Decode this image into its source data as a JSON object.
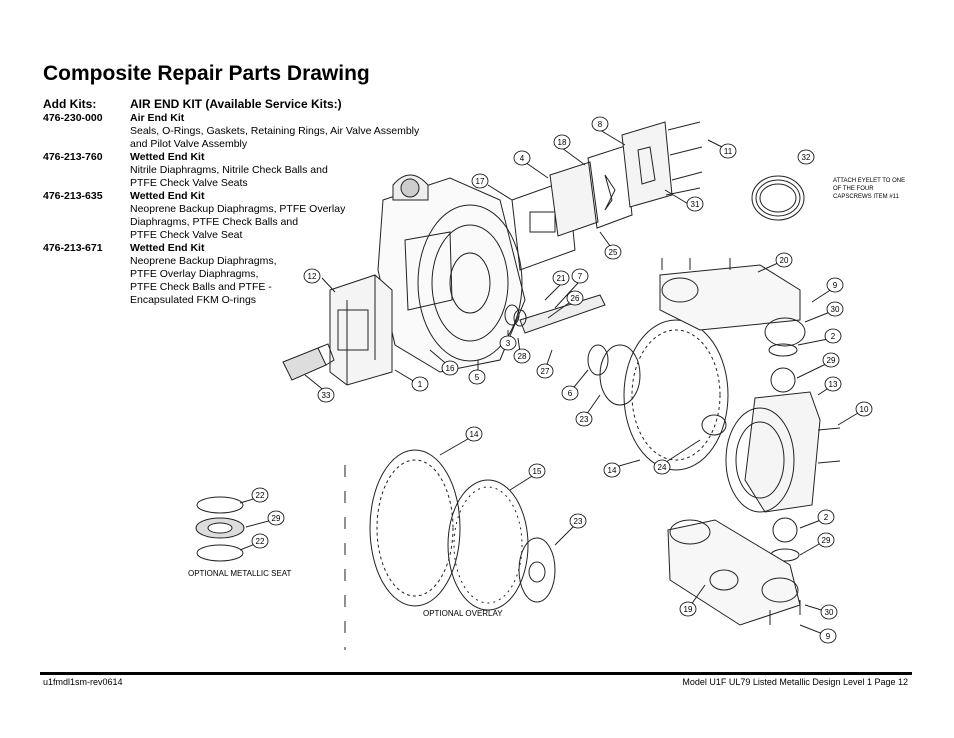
{
  "page": {
    "title": "Composite Repair Parts Drawing"
  },
  "kits": {
    "header_label": "Add Kits:",
    "header_title": "AIR END KIT (Available Service Kits:)",
    "items": [
      {
        "code": "476-230-000",
        "name": "Air End Kit",
        "lines": [
          "Seals, O-Rings, Gaskets, Retaining Rings, Air Valve Assembly",
          "and Pilot Valve Assembly"
        ]
      },
      {
        "code": "476-213-760",
        "name": "Wetted End Kit",
        "lines": [
          "Nitrile Diaphragms, Nitrile Check Balls  and",
          "PTFE Check Valve Seats"
        ]
      },
      {
        "code": "476-213-635",
        "name": "Wetted End Kit",
        "lines": [
          "Neoprene Backup Diaphragms, PTFE Overlay",
          "Diaphragms, PTFE Check Balls and",
          "PTFE Check Valve Seat"
        ]
      },
      {
        "code": "476-213-671",
        "name": "Wetted End Kit",
        "lines": [
          "Neoprene Backup Diaphragms,",
          "PTFE Overlay Diaphragms,",
          "PTFE Check Balls and PTFE -",
          "Encapsulated FKM O-rings"
        ]
      }
    ]
  },
  "drawing": {
    "note_eyelet": [
      "ATTACH EYELET TO ONE",
      "OF THE FOUR",
      "CAPSCREWS ITEM #11"
    ],
    "caption_seat": "OPTIONAL METALLIC SEAT",
    "caption_overlay": "OPTIONAL OVERLAY",
    "callouts": {
      "c8": "8",
      "c18": "18",
      "c4": "4",
      "c11": "11",
      "c32": "32",
      "c17": "17",
      "c31": "31",
      "c25": "25",
      "c21": "21",
      "c7": "7",
      "c26": "26",
      "c20": "20",
      "c12": "12",
      "c9a": "9",
      "c30a": "30",
      "c2a": "2",
      "c3": "3",
      "c28": "28",
      "c29a": "29",
      "c16": "16",
      "c27": "27",
      "c13": "13",
      "c1": "1",
      "c5": "5",
      "c6": "6",
      "c33": "33",
      "c10": "10",
      "c23a": "23",
      "c14a": "14",
      "c14b": "14",
      "c24": "24",
      "c15": "15",
      "c22a": "22",
      "c29b": "29",
      "c22b": "22",
      "c23b": "23",
      "c2b": "2",
      "c29c": "29",
      "c19": "19",
      "c30b": "30",
      "c9b": "9"
    }
  },
  "footer": {
    "left": "u1fmdl1sm-rev0614",
    "right": "Model U1F UL79 Listed Metallic Design Level 1   Page 12"
  }
}
